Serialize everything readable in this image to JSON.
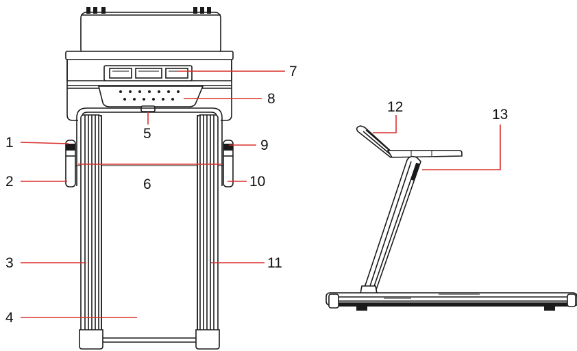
{
  "diagram": {
    "leader_color": "#d9302c",
    "callouts": [
      {
        "id": "c1",
        "label": "1"
      },
      {
        "id": "c2",
        "label": "2"
      },
      {
        "id": "c3",
        "label": "3"
      },
      {
        "id": "c4",
        "label": "4"
      },
      {
        "id": "c5",
        "label": "5"
      },
      {
        "id": "c6",
        "label": "6"
      },
      {
        "id": "c7",
        "label": "7"
      },
      {
        "id": "c8",
        "label": "8"
      },
      {
        "id": "c9",
        "label": "9"
      },
      {
        "id": "c10",
        "label": "10"
      },
      {
        "id": "c11",
        "label": "11"
      },
      {
        "id": "c12",
        "label": "12"
      },
      {
        "id": "c13",
        "label": "13"
      }
    ]
  }
}
